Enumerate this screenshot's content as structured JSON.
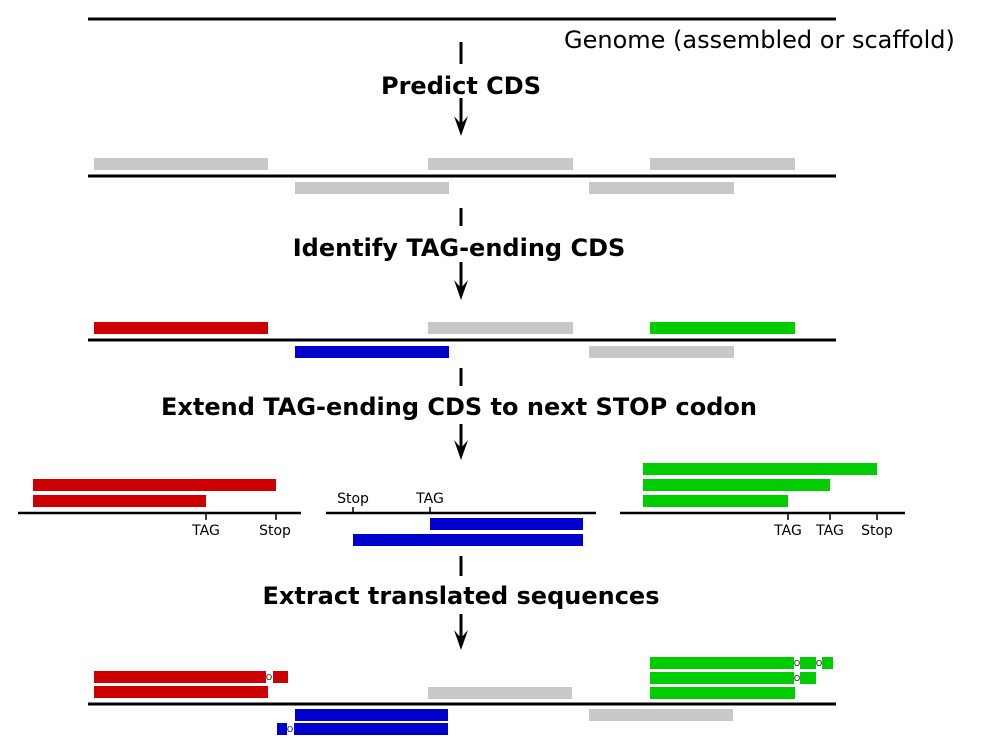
{
  "genome_label": "Genome (assembled or scaffold)",
  "steps": {
    "predict": "Predict CDS",
    "identify": "Identify TAG-ending CDS",
    "extend": "Extend TAG-ending CDS to next STOP codon",
    "extract": "Extract translated sequences"
  },
  "panel_labels": {
    "red_tag": "TAG",
    "red_stop": "Stop",
    "blue_stop": "Stop",
    "blue_tag": "TAG",
    "green_tag_1": "TAG",
    "green_tag_2": "TAG",
    "green_stop": "Stop"
  },
  "pyl_marker": "O",
  "colors": {
    "red": "#cc0000",
    "blue": "#0000cc",
    "green": "#00cc00",
    "gray": "#c8c8c8",
    "black": "#000000"
  }
}
